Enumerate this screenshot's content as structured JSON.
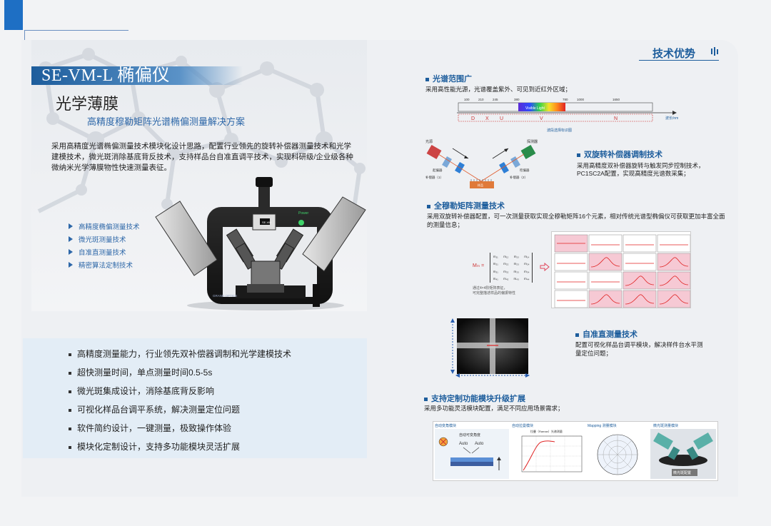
{
  "header": {
    "title": "SE-VM-L 椭偏仪",
    "subtitle": "光学薄膜",
    "tagline": "高精度穆勒矩阵光谱椭偏测量解决方案"
  },
  "intro": "采用高精度光谱椭偏测量技术模块化设计思路，配置行业领先的旋转补偿器测量技术和光学建模技术，微光斑消除基底背反技术，支持样品台自准直调平技术，实现科研级/企业级各种微纳米光学薄膜物性快速测量表征。",
  "features": [
    "高精度椭偏测量技术",
    "微光斑测量技术",
    "自准直测量技术",
    "精密算法定制技术"
  ],
  "machine": {
    "power_label": "Power",
    "brand": "SE-VM",
    "logo_text": "GRAND OPTICS"
  },
  "highlights": [
    "高精度测量能力，行业领先双补偿器调制和光学建模技术",
    "超快测量时间，单点测量时间0.5-5s",
    "微光斑集成设计，消除基底背反影响",
    "可视化样品台调平系统，解决测量定位问题",
    "软件简约设计，一键测量，极致操作体验",
    "模块化定制设计，支持多功能模块灵活扩展"
  ],
  "advantages_title": "技术优势",
  "spectrum": {
    "title": "光谱范围广",
    "desc": "采用高性能光源，光谱覆盖紫外、可见到近红外区域；",
    "ticks": [
      "100",
      "210",
      "245",
      "380",
      "780",
      "1000",
      "1650"
    ],
    "bands": [
      "D",
      "X",
      "U",
      "V",
      "N"
    ],
    "visible_label": "Visible Light",
    "axis_unit": "波长/nm",
    "caption": "波段选择标识图"
  },
  "dual": {
    "title": "双旋转补偿器调制技术",
    "desc_1": "采用高精度双补偿器旋转与触发同步控制技术，",
    "desc_2": "PC1SC2A配置，实现高精度光谱数采集；",
    "labels": {
      "source": "光源",
      "detector": "探测器",
      "polarizer": "起偏器",
      "analyzer": "检偏器",
      "comp1": "补偿器（1）",
      "comp2": "补偿器（2）",
      "sample": "样品"
    }
  },
  "mueller": {
    "title": "全穆勒矩阵测量技术",
    "desc": "采用双旋转补偿器配置，可一次测量获取实现全穆勒矩阵16个元素，相对传统光谱型椭偏仪可获取更加丰富全面的测量信息；",
    "mm_label": "Mₘ =",
    "cells": [
      "m₁₁",
      "m₁₂",
      "m₁₃",
      "m₁₄",
      "m₂₁",
      "m₂₂",
      "m₂₃",
      "m₂₄",
      "m₃₁",
      "m₃₂",
      "m₃₃",
      "m₃₄",
      "m₄₁",
      "m₄₂",
      "m₄₃",
      "m₄₄"
    ],
    "note_1": "通过4×4阶矩阵表征，",
    "note_2": "可完整描述样品的偏振特性"
  },
  "autocollimation": {
    "title": "自准直测量技术",
    "desc_1": "配置可视化样品台调平模块，解决样件台水平测",
    "desc_2": "量定位问题；"
  },
  "expansion": {
    "title": "支持定制功能模块升级扩展",
    "desc": "采用多功能灵活模块配置，满足不同应用场景需求；",
    "modules": [
      "自动变角模块",
      "自动拉曼模块",
      "Mapping 测量模块",
      "微光斑测量模块"
    ],
    "auto_labels": {
      "label": "自动可变角度",
      "left": "Auto",
      "right": "Auto"
    },
    "chart_title": "拉曼（Raman）光谱测量",
    "microspot_badge": "微光斑配置"
  },
  "colors": {
    "brand_blue": "#1d5d9c",
    "accent_blue": "#2d67a8",
    "box_bg": "#e3edf6",
    "corner": "#1e6fc4"
  }
}
